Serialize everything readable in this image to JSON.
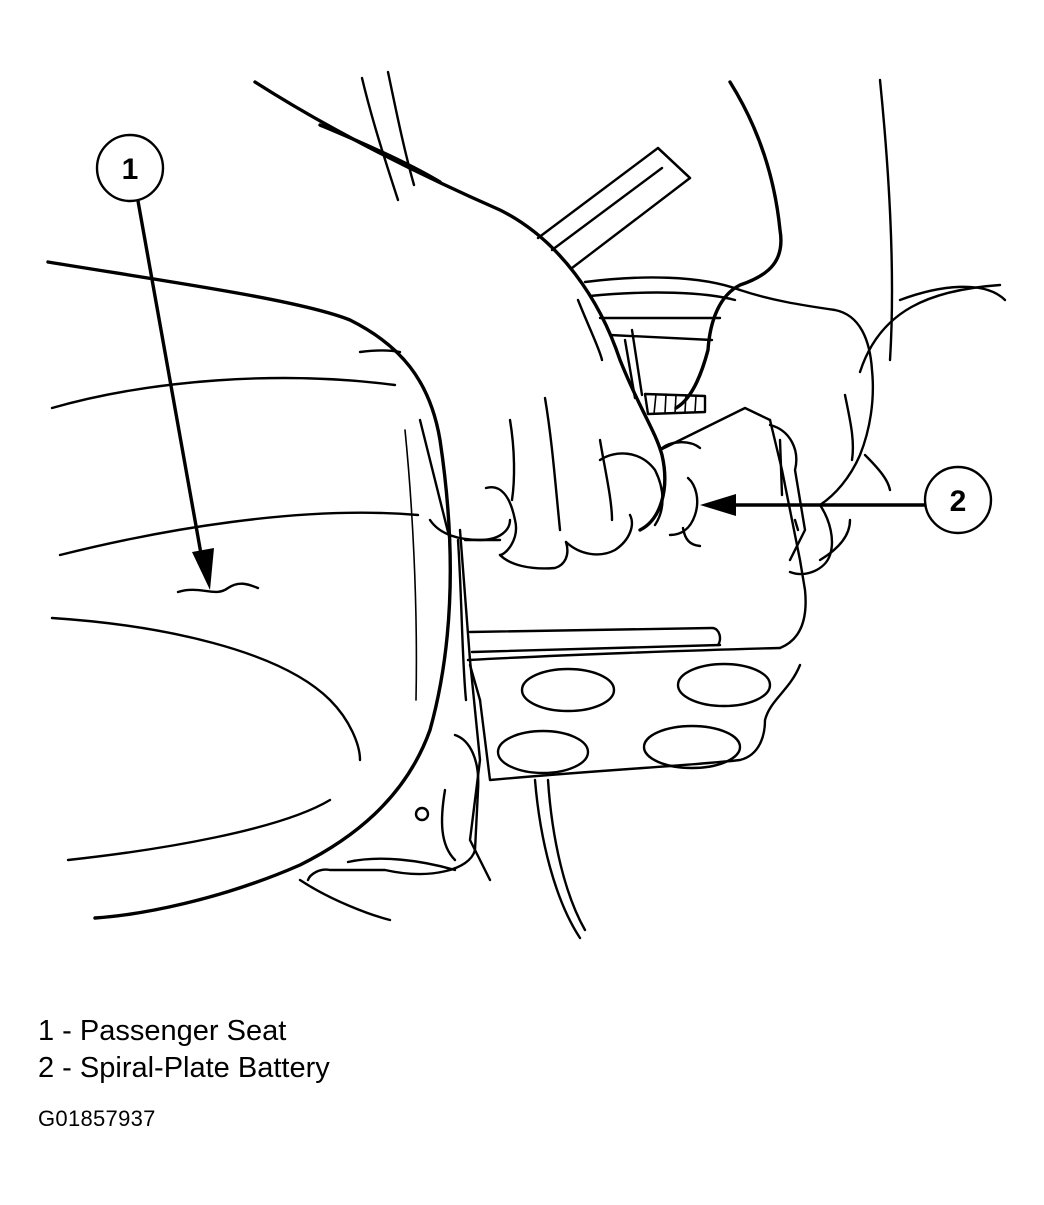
{
  "callouts": [
    {
      "number": "1",
      "label": "Passenger Seat"
    },
    {
      "number": "2",
      "label": "Spiral-Plate Battery"
    }
  ],
  "legend": [
    {
      "text": "1 - Passenger Seat"
    },
    {
      "text": "2 - Spiral-Plate Battery"
    }
  ],
  "figure_id": "G01857937"
}
